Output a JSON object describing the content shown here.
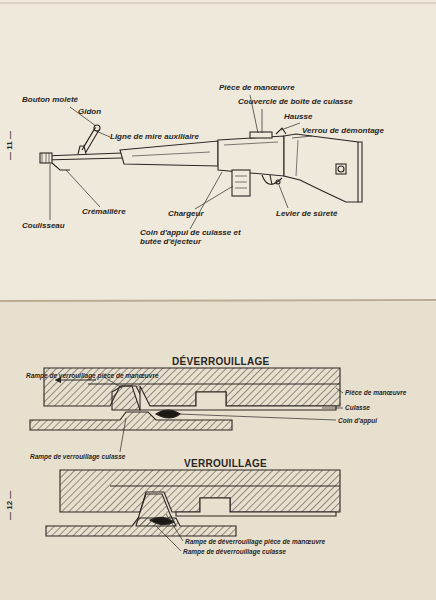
{
  "diagram": {
    "labels": [
      "Bouton moleté",
      "Gidon",
      "Ligne de mire auxiliaire",
      "Pièce de manœuvre",
      "Couvercle de boîte de culasse",
      "Hausse",
      "Verrou de démontage",
      "Coulisseau",
      "Crémaillère",
      "Chargeur",
      "Coin d'appui de culasse et butée d'éjecteur",
      "Levier de sûreté",
      "— 11 —",
      "— 12 —",
      "DÉVERROUILLAGE",
      "Rampe de verrouillage pièce de manœuvre",
      "Pièce de manœuvre",
      "Culasse",
      "Coin d'appui",
      "Rampe de verrouillage culasse",
      "VERROUILLAGE",
      "Rampe de déverrouillage pièce de manœuvre",
      "Rampe de déverrouillage culasse"
    ]
  }
}
